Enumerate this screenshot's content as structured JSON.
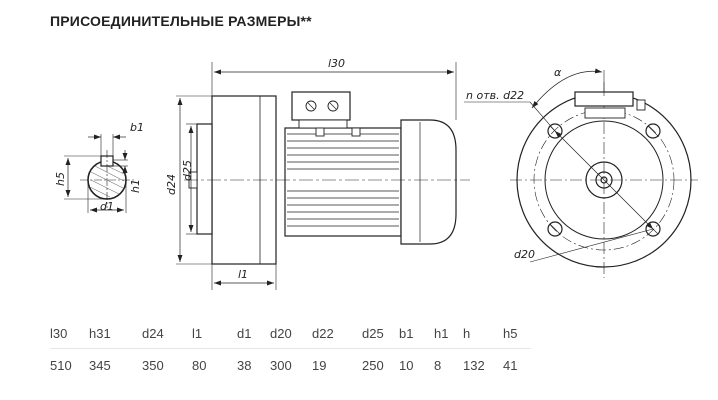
{
  "title": "ПРИСОЕДИНИТЕЛЬНЫЕ РАЗМЕРЫ**",
  "drawing_labels": {
    "l30": "l30",
    "l1": "l1",
    "d24": "d24",
    "d25": "d25",
    "b1": "b1",
    "h1": "h1",
    "h5": "h5",
    "d1": "d1",
    "d20": "d20",
    "holes": "n отв. d22",
    "alpha": "α"
  },
  "table": {
    "headers": [
      "l30",
      "h31",
      "d24",
      "l1",
      "d1",
      "d20",
      "d22",
      "d25",
      "b1",
      "h1",
      "h",
      "h5"
    ],
    "values": [
      "510",
      "345",
      "350",
      "80",
      "38",
      "300",
      "19",
      "250",
      "10",
      "8",
      "132",
      "41"
    ]
  }
}
